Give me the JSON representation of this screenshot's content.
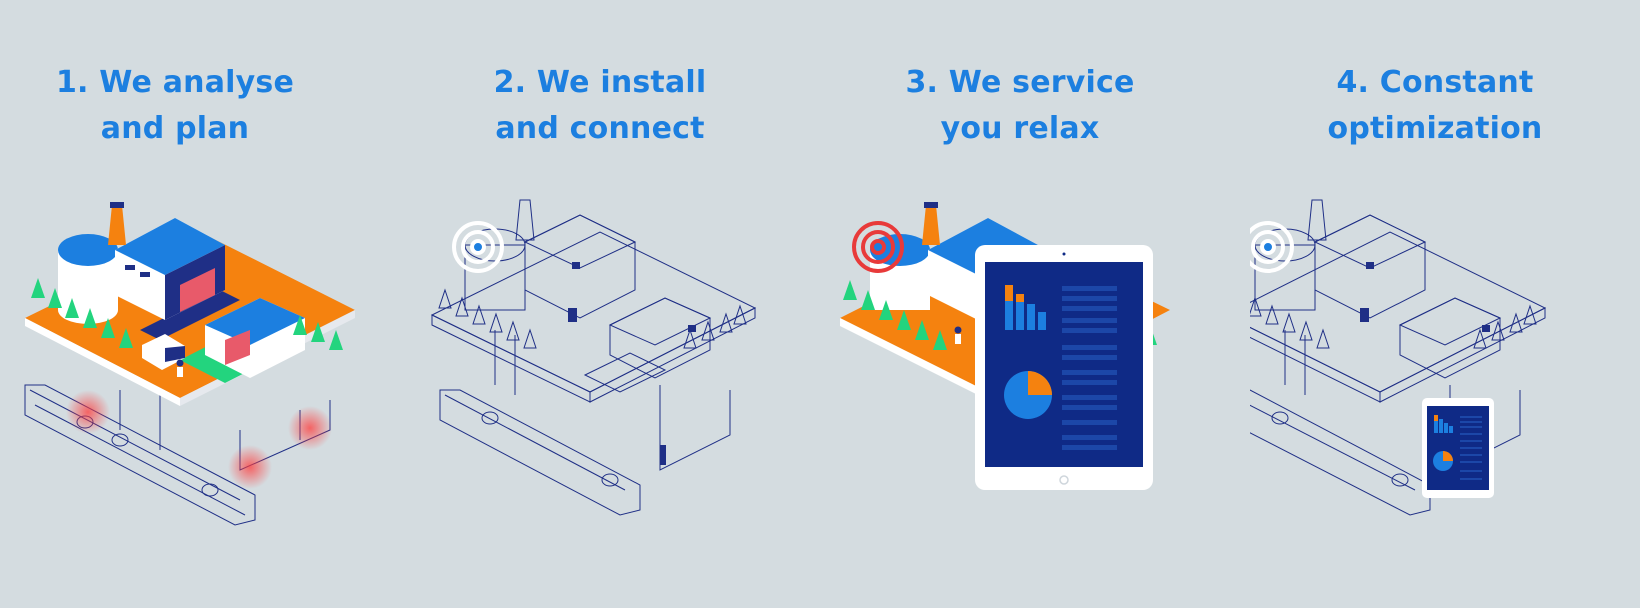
{
  "colors": {
    "background": "#d4dce0",
    "title": "#1c7fe0",
    "line": "#1f2f86",
    "orange": "#f5820f",
    "green": "#23d47e",
    "blue": "#1c7fe0",
    "navy": "#0f2a86",
    "red": "#e83a3a",
    "white": "#ffffff"
  },
  "steps": [
    {
      "line1": "1. We analyse",
      "line2": "and plan"
    },
    {
      "line1": "2. We install",
      "line2": "and connect"
    },
    {
      "line1": "3. We service",
      "line2": "you relax"
    },
    {
      "line1": "4. Constant",
      "line2": "optimization"
    }
  ],
  "illustrations": {
    "step1": {
      "icons": [
        "factory-icon",
        "silo-icon",
        "chimney-icon",
        "van-icon",
        "person-icon",
        "tree-icon",
        "pipe-tunnel-icon",
        "leak-spot-icon"
      ]
    },
    "step2": {
      "icons": [
        "factory-outline-icon",
        "signal-target-icon",
        "sensor-icon",
        "pipe-tunnel-icon"
      ]
    },
    "step3": {
      "icons": [
        "factory-icon",
        "alert-target-icon",
        "tablet-dashboard-icon",
        "bar-chart-icon",
        "pie-chart-icon"
      ]
    },
    "step4": {
      "icons": [
        "factory-outline-icon",
        "signal-target-icon",
        "tablet-dashboard-icon",
        "pipe-tunnel-icon"
      ]
    }
  }
}
